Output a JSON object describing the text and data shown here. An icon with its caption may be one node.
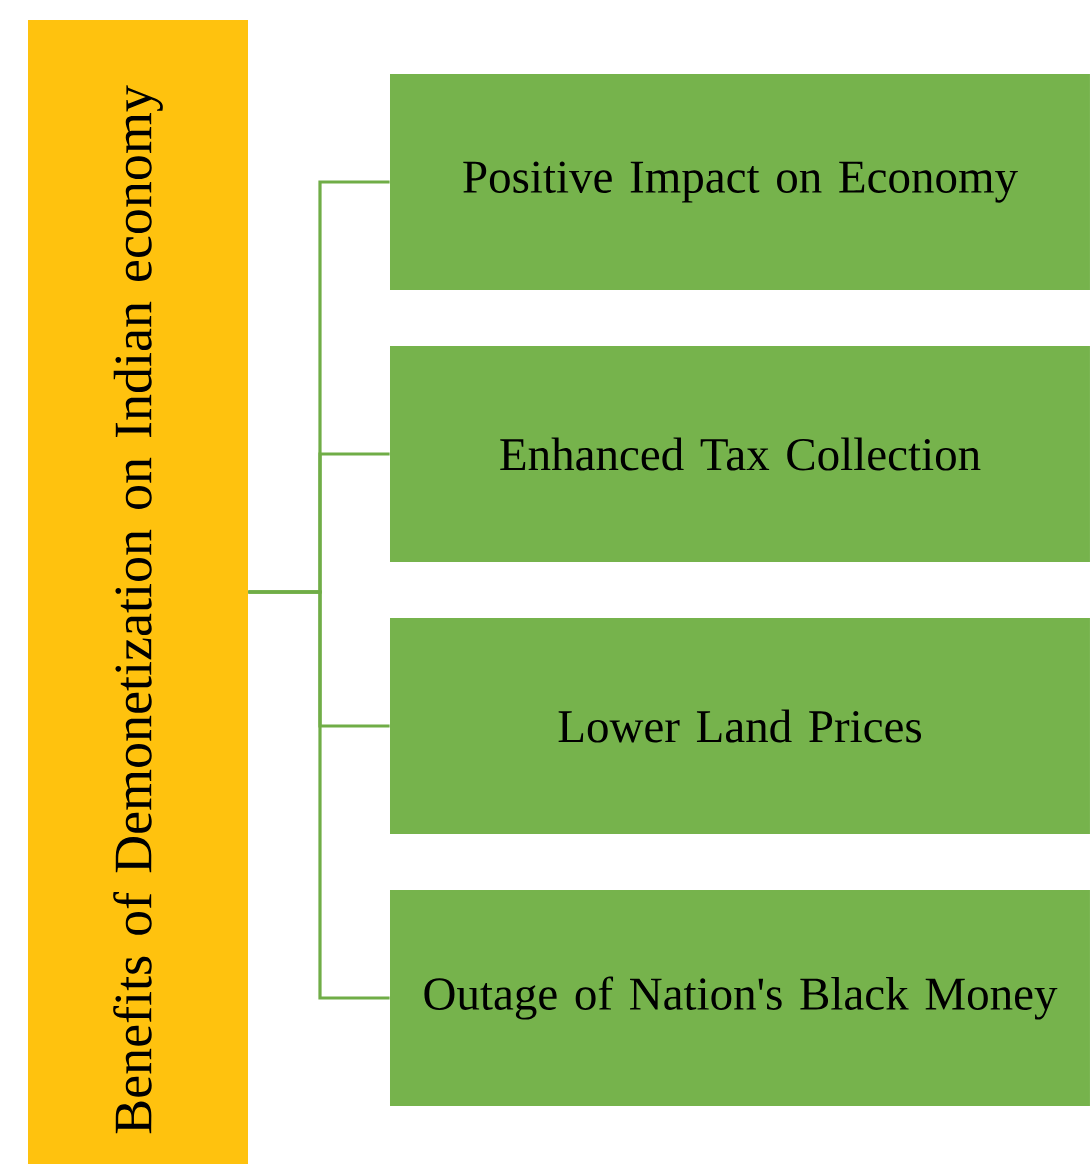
{
  "diagram": {
    "nodes": [
      {
        "text": [
          "Benefits of Demonetization on Indian economy"
        ]
      },
      {
        "text": [
          "Positive Impact on Economy"
        ]
      },
      {
        "text": [
          "Enhanced Tax Collection"
        ]
      },
      {
        "text": [
          "Lower Land Prices"
        ]
      },
      {
        "text": [
          "Outage of Nation's Black Money"
        ]
      }
    ],
    "edges": [
      {
        "from": 0,
        "to": 1,
        "arrow": "none"
      },
      {
        "from": 0,
        "to": 2,
        "arrow": "none"
      },
      {
        "from": 0,
        "to": 3,
        "arrow": "none"
      },
      {
        "from": 0,
        "to": 4,
        "arrow": "none"
      }
    ]
  }
}
